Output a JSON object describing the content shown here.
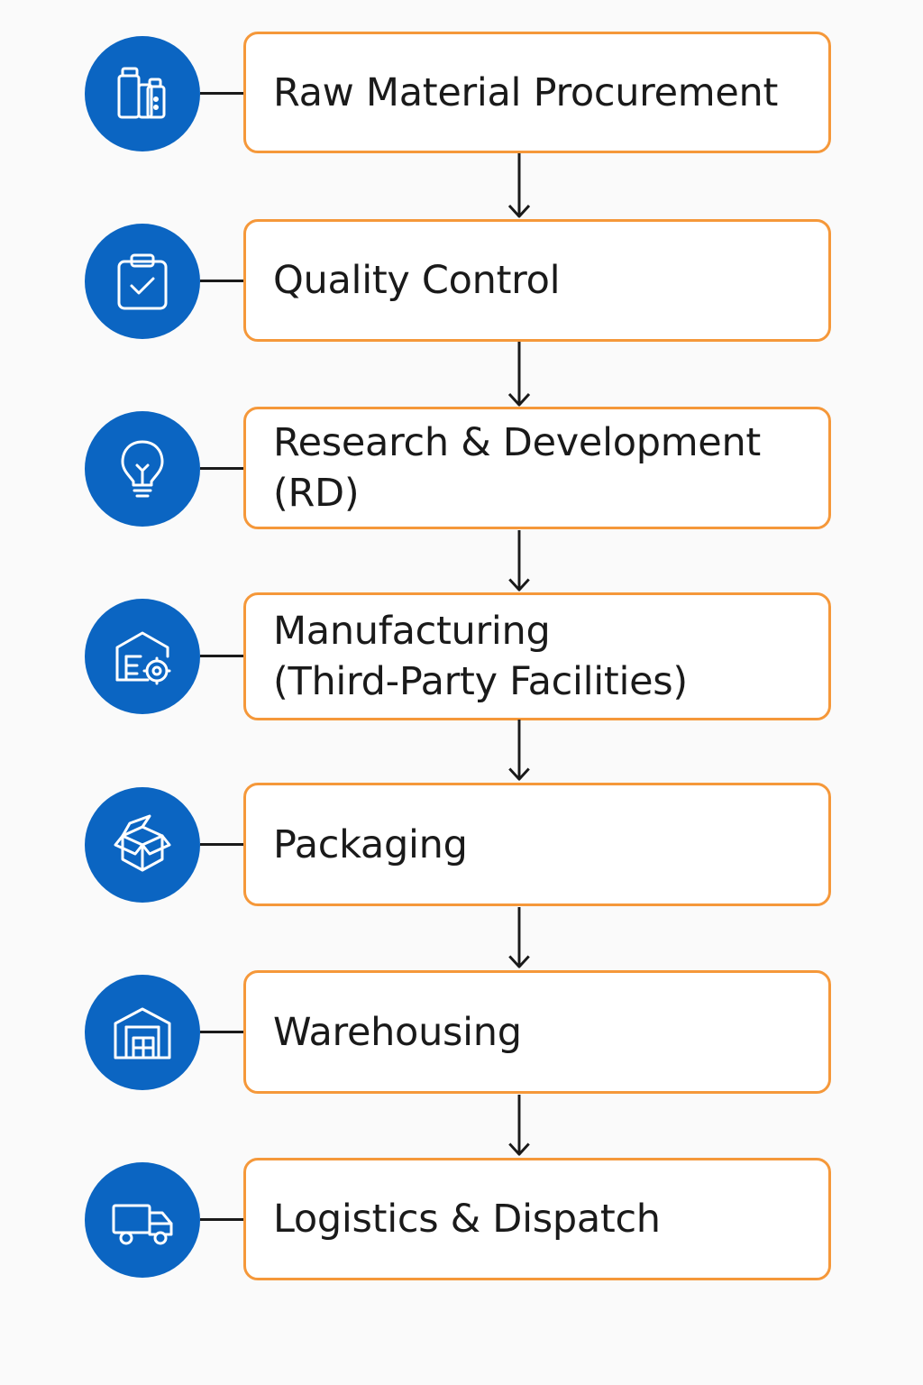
{
  "colors": {
    "icon_background": "#0b65c2",
    "box_border": "#f5983a",
    "line": "#1a1a1a",
    "background": "#fafafa"
  },
  "steps": [
    {
      "label": "Raw Material Procurement",
      "icon": "materials-icon"
    },
    {
      "label": "Quality Control",
      "icon": "clipboard-check-icon"
    },
    {
      "label": "Research & Development (RD)",
      "icon": "lightbulb-icon"
    },
    {
      "label": "Manufacturing\n(Third-Party Facilities)",
      "icon": "factory-gear-icon"
    },
    {
      "label": "Packaging",
      "icon": "open-box-icon"
    },
    {
      "label": "Warehousing",
      "icon": "warehouse-icon"
    },
    {
      "label": "Logistics & Dispatch",
      "icon": "truck-icon"
    }
  ]
}
